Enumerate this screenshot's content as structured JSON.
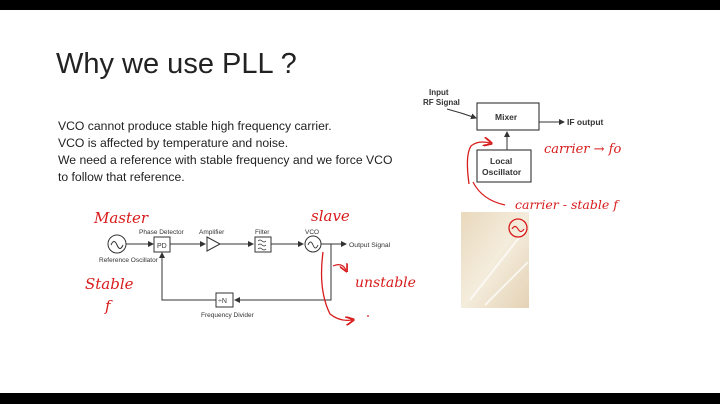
{
  "slide": {
    "title": "Why we use PLL ?",
    "lines": [
      "VCO cannot produce stable high frequency carrier.",
      "VCO is affected by temperature and noise.",
      "We need a reference with stable frequency and we force VCO",
      "to follow that reference."
    ]
  },
  "pll_diagram": {
    "reference_oscillator": "Reference Oscillator",
    "phase_detector_title": "Phase Detector",
    "pd": "PD",
    "amplifier": "Amplifier",
    "filter": "Filter",
    "vco": "VCO",
    "output_signal": "Output Signal",
    "divider_symbol": "÷N",
    "frequency_divider": "Frequency Divider"
  },
  "mixer_diagram": {
    "input_line1": "Input",
    "input_line2": "RF Signal",
    "mixer": "Mixer",
    "if_output": "IF output",
    "local_line1": "Local",
    "local_line2": "Oscillator"
  },
  "annotations": {
    "master": "Master",
    "slave": "slave",
    "stable": "Stable",
    "stable_f": "f",
    "unstable": "unstable",
    "carrier_to": "carrier → fo",
    "carrier_stable": "carrier - stable f"
  },
  "colors": {
    "ink": "#d81b1b",
    "text": "#222222"
  }
}
